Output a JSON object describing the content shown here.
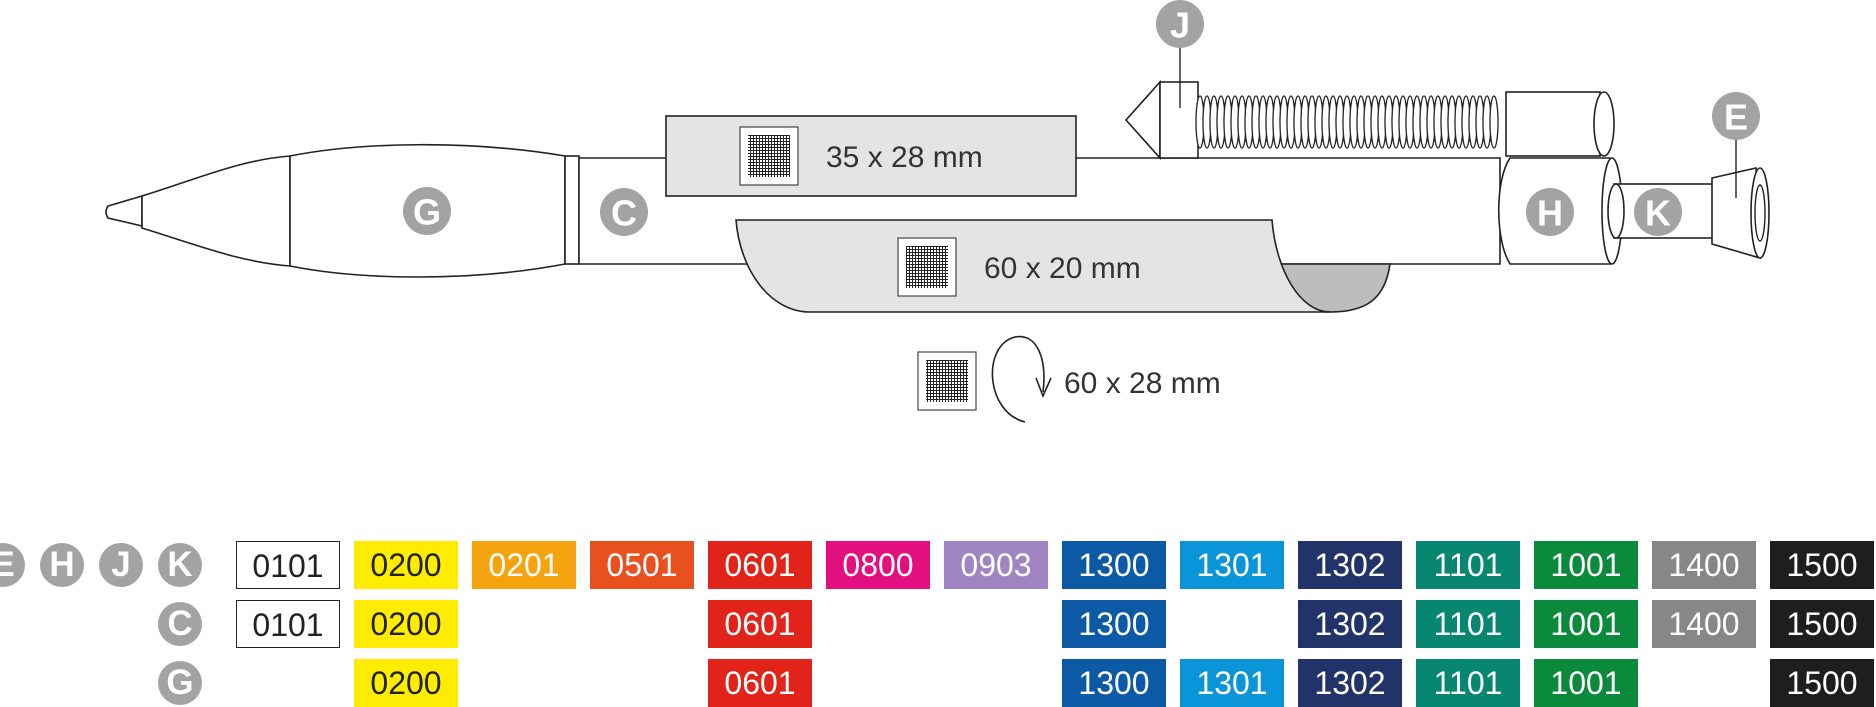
{
  "print_areas": {
    "barrel_label": "35 x 28 mm",
    "clip_label": "60 x 20 mm",
    "wrap_label": "60 x 28 mm"
  },
  "part_markers": {
    "G": "G",
    "C": "C",
    "J": "J",
    "H": "H",
    "K": "K",
    "E": "E"
  },
  "color_rows": [
    {
      "parts": [
        "E",
        "H",
        "J",
        "K"
      ],
      "swatches": [
        {
          "code": "0101",
          "color": "#ffffff",
          "text_color": "#222222",
          "outline": true
        },
        {
          "code": "0200",
          "color": "#ffec00",
          "text_color": "#222222"
        },
        {
          "code": "0201",
          "color": "#f5a40f",
          "text_color": "#ffffff"
        },
        {
          "code": "0501",
          "color": "#e8501f",
          "text_color": "#ffffff"
        },
        {
          "code": "0601",
          "color": "#e2231a",
          "text_color": "#ffffff"
        },
        {
          "code": "0800",
          "color": "#e40f7e",
          "text_color": "#ffffff"
        },
        {
          "code": "0903",
          "color": "#a085c2",
          "text_color": "#ffffff"
        },
        {
          "code": "1300",
          "color": "#0c5aa6",
          "text_color": "#ffffff"
        },
        {
          "code": "1301",
          "color": "#0a95d8",
          "text_color": "#ffffff"
        },
        {
          "code": "1302",
          "color": "#213368",
          "text_color": "#ffffff"
        },
        {
          "code": "1101",
          "color": "#078770",
          "text_color": "#ffffff"
        },
        {
          "code": "1001",
          "color": "#0b8a3c",
          "text_color": "#ffffff"
        },
        {
          "code": "1400",
          "color": "#878787",
          "text_color": "#ffffff"
        },
        {
          "code": "1500",
          "color": "#1e1e1e",
          "text_color": "#ffffff"
        }
      ]
    },
    {
      "parts": [
        "C"
      ],
      "swatches": [
        {
          "code": "0101",
          "color": "#ffffff",
          "text_color": "#222222",
          "outline": true
        },
        {
          "code": "0200",
          "color": "#ffec00",
          "text_color": "#222222"
        },
        null,
        null,
        {
          "code": "0601",
          "color": "#e2231a",
          "text_color": "#ffffff"
        },
        null,
        null,
        {
          "code": "1300",
          "color": "#0c5aa6",
          "text_color": "#ffffff"
        },
        null,
        {
          "code": "1302",
          "color": "#213368",
          "text_color": "#ffffff"
        },
        {
          "code": "1101",
          "color": "#078770",
          "text_color": "#ffffff"
        },
        {
          "code": "1001",
          "color": "#0b8a3c",
          "text_color": "#ffffff"
        },
        {
          "code": "1400",
          "color": "#878787",
          "text_color": "#ffffff"
        },
        {
          "code": "1500",
          "color": "#1e1e1e",
          "text_color": "#ffffff"
        }
      ]
    },
    {
      "parts": [
        "G"
      ],
      "swatches": [
        null,
        {
          "code": "0200",
          "color": "#ffec00",
          "text_color": "#222222"
        },
        null,
        null,
        {
          "code": "0601",
          "color": "#e2231a",
          "text_color": "#ffffff"
        },
        null,
        null,
        {
          "code": "1300",
          "color": "#0c5aa6",
          "text_color": "#ffffff"
        },
        {
          "code": "1301",
          "color": "#0a95d8",
          "text_color": "#ffffff"
        },
        {
          "code": "1302",
          "color": "#213368",
          "text_color": "#ffffff"
        },
        {
          "code": "1101",
          "color": "#078770",
          "text_color": "#ffffff"
        },
        {
          "code": "1001",
          "color": "#0b8a3c",
          "text_color": "#ffffff"
        },
        null,
        {
          "code": "1500",
          "color": "#1e1e1e",
          "text_color": "#ffffff"
        }
      ]
    }
  ]
}
